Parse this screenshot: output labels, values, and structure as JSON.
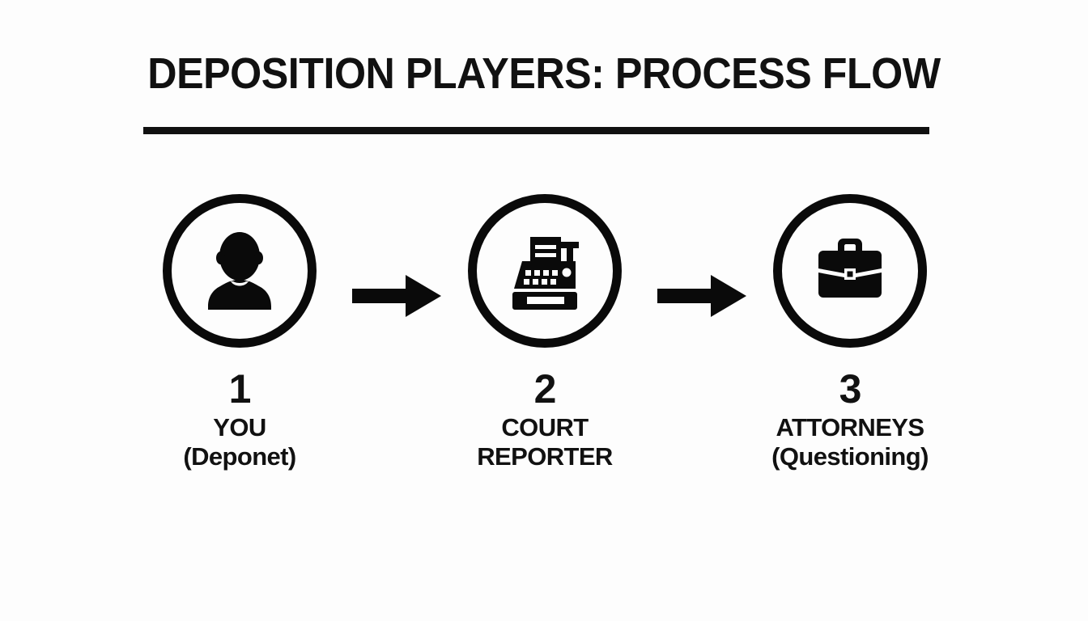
{
  "slide": {
    "title": "DEPOSITION PLAYERS: PROCESS FLOW",
    "background_color": "#fdfdfd",
    "ink_color": "#111111"
  },
  "flow": {
    "steps": [
      {
        "number": "1",
        "label_line1": "YOU",
        "label_line2": "(Deponet)",
        "icon": "person-icon"
      },
      {
        "number": "2",
        "label_line1": "COURT",
        "label_line2": "REPORTER",
        "icon": "stenograph-machine-icon"
      },
      {
        "number": "3",
        "label_line1": "ATTORNEYS",
        "label_line2": "(Questioning)",
        "icon": "briefcase-icon"
      }
    ],
    "connectors": [
      {
        "icon": "arrow-right-icon"
      },
      {
        "icon": "arrow-right-icon"
      }
    ]
  }
}
